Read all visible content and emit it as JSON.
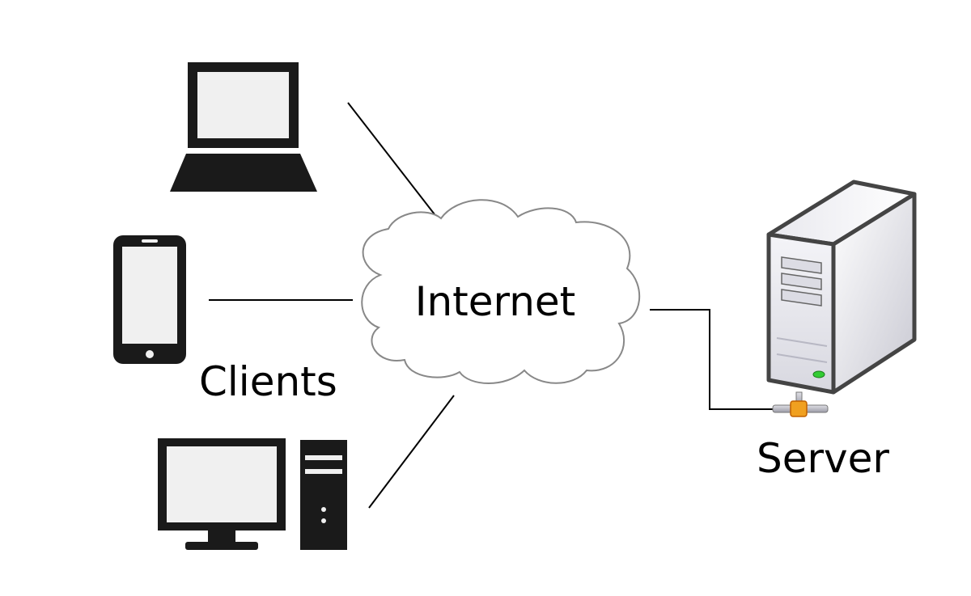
{
  "diagram": {
    "cloud_label": "Internet",
    "clients_label": "Clients",
    "server_label": "Server"
  },
  "icons": {
    "laptop": "laptop-icon",
    "phone": "smartphone-icon",
    "desktop": "desktop-computer-icon",
    "server": "server-tower-icon",
    "cloud": "cloud-icon"
  },
  "colors": {
    "device_fill": "#1a1a1a",
    "screen_fill": "#f0f0f0",
    "cloud_stroke": "#888888",
    "line": "#000000",
    "connector_orange": "#f0a020"
  }
}
